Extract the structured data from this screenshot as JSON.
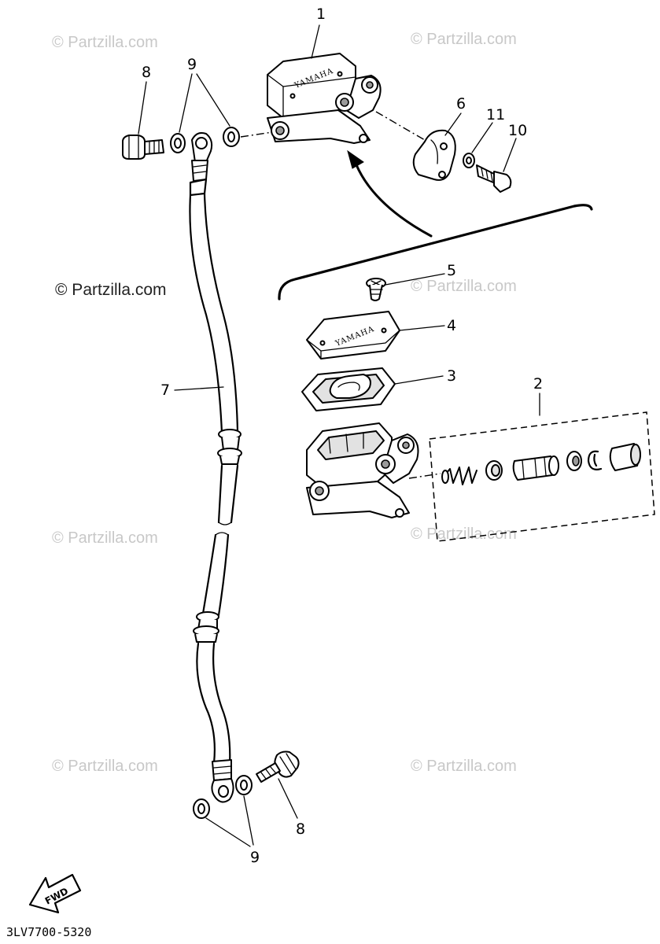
{
  "watermark": "© Partzilla.com",
  "watermark_dark": "© Partzilla.com",
  "callouts": {
    "c1": "1",
    "c2": "2",
    "c3": "3",
    "c4": "4",
    "c5": "5",
    "c6": "6",
    "c7": "7",
    "c8_top": "8",
    "c8_bottom": "8",
    "c9_top": "9",
    "c9_bottom": "9",
    "c10": "10",
    "c11": "11"
  },
  "brand_label": "YAMAHA",
  "fwd_label": "FWD",
  "diagram_code": "3LV7700-5320"
}
